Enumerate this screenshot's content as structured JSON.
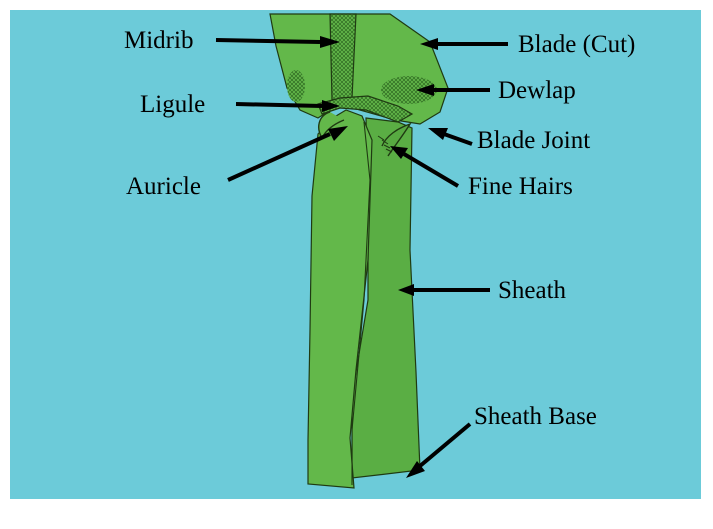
{
  "colors": {
    "background": "#6ccbd9",
    "plant_fill": "#63b84a",
    "plant_shade": "#4f9a3a",
    "outline": "#1f3a12",
    "label": "#000000"
  },
  "labels": {
    "midrib": "Midrib",
    "blade_cut": "Blade (Cut)",
    "dewlap": "Dewlap",
    "ligule": "Ligule",
    "blade_joint": "Blade Joint",
    "auricle": "Auricle",
    "fine_hairs": "Fine Hairs",
    "sheath": "Sheath",
    "sheath_base": "Sheath Base"
  }
}
